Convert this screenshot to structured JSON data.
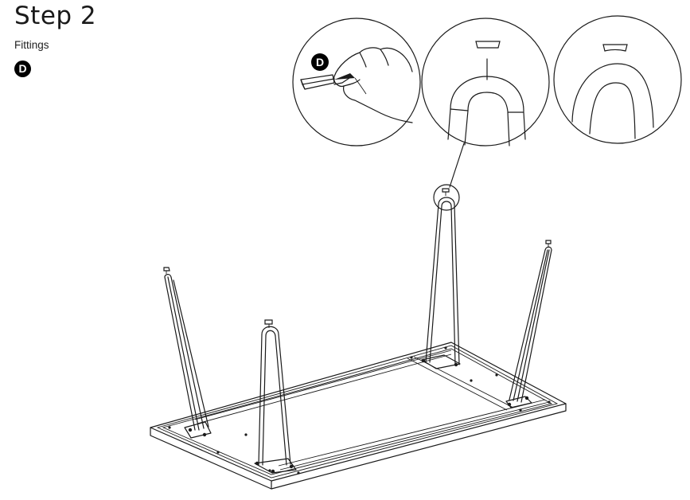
{
  "header": {
    "title": "Step 2",
    "subtitle": "Fittings",
    "part_badge": "D"
  },
  "detail_callouts": [
    {
      "id": "callout-1",
      "badge": "D",
      "description": "hand peeling adhesive felt pad D"
    },
    {
      "id": "callout-2",
      "description": "felt pad positioned above hairpin leg bend"
    },
    {
      "id": "callout-3",
      "description": "felt pad applied to hairpin leg bend"
    }
  ],
  "illustration": {
    "subject": "upside-down table top with four hairpin legs",
    "stroke_color": "#1a1a1a",
    "background": "#ffffff"
  }
}
